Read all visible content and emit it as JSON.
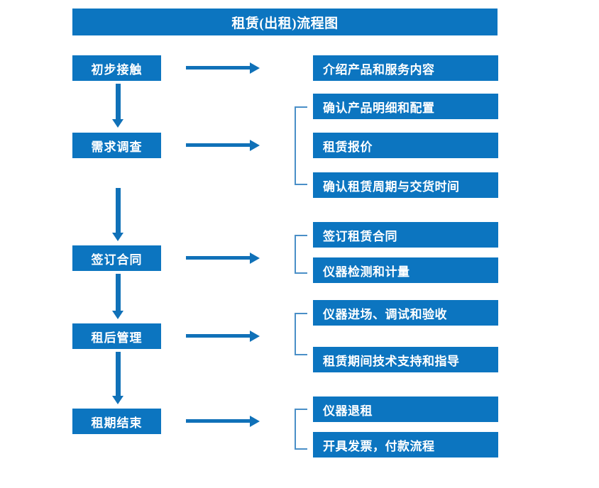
{
  "chart": {
    "title": "租赁(出租)流程图",
    "accent_color": "#0C75C0",
    "arrow_color": "#1071B8",
    "bracket_color": "#4A8FC7",
    "text_color": "#FFFFFF",
    "background": "#FFFFFF"
  },
  "stages": [
    {
      "label": "初步接触"
    },
    {
      "label": "需求调查"
    },
    {
      "label": "签订合同"
    },
    {
      "label": "租后管理"
    },
    {
      "label": "租期结束"
    }
  ],
  "details": [
    {
      "label": "介绍产品和服务内容"
    },
    {
      "label": "确认产品明细和配置"
    },
    {
      "label": "租赁报价"
    },
    {
      "label": "确认租赁周期与交货时间"
    },
    {
      "label": "签订租赁合同"
    },
    {
      "label": "仪器检测和计量"
    },
    {
      "label": "仪器进场、调试和验收"
    },
    {
      "label": "租赁期间技术支持和指导"
    },
    {
      "label": "仪器退租"
    },
    {
      "label": "开具发票，付款流程"
    }
  ]
}
